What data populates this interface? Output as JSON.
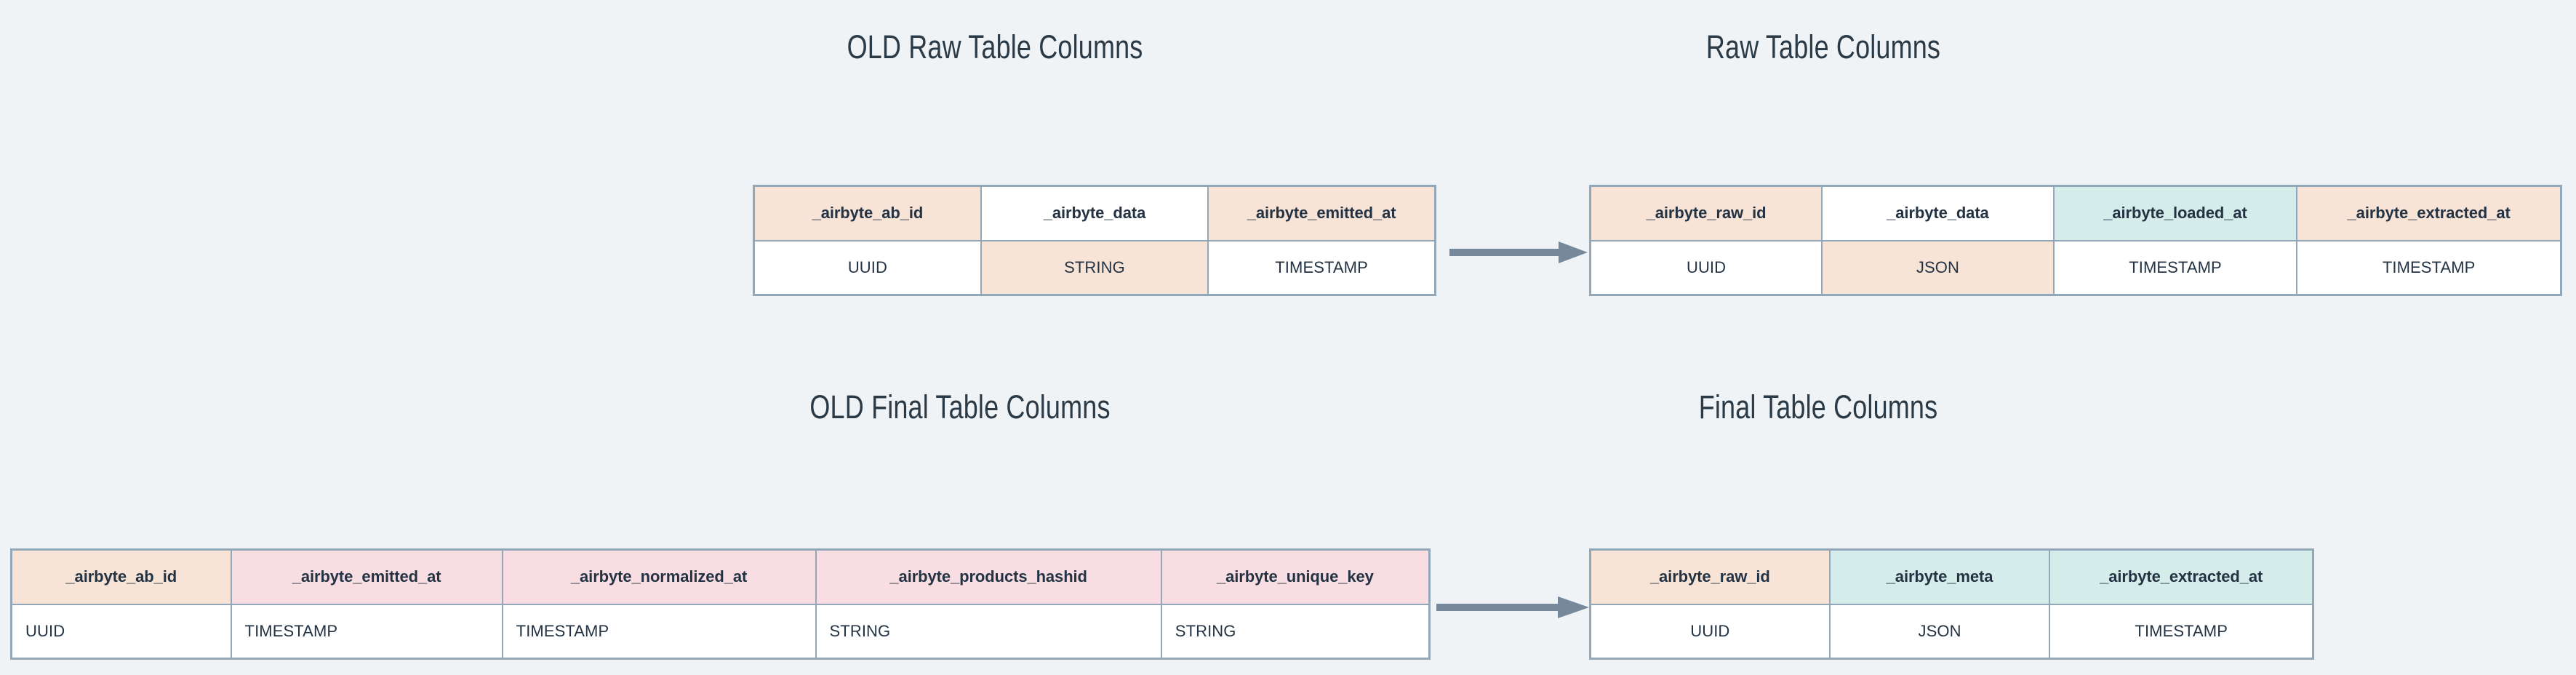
{
  "canvas": {
    "background": "#EFF3F5",
    "border_color": "#92A7B8",
    "arrow_color": "#76889B",
    "text_color": "#233343",
    "title_color": "#2B3A47",
    "tints": {
      "peach": "#F8E4D7",
      "pink": "#F8DEE2",
      "teal": "#D5EDEA",
      "white": "#FFFFFF"
    }
  },
  "titles": {
    "old_raw": "OLD Raw Table Columns",
    "new_raw": "Raw Table Columns",
    "old_final": "OLD Final Table Columns",
    "new_final": "Final Table Columns"
  },
  "arrows": {
    "raw": "arrow-right-icon",
    "final": "arrow-right-icon"
  },
  "tables": {
    "old_raw": {
      "name": "OLD Raw Table Columns",
      "headers": [
        {
          "label": "_airbyte_ab_id",
          "tint": "peach"
        },
        {
          "label": "_airbyte_data",
          "tint": "white"
        },
        {
          "label": "_airbyte_emitted_at",
          "tint": "peach"
        }
      ],
      "row": [
        {
          "label": "UUID",
          "tint": "white"
        },
        {
          "label": "STRING",
          "tint": "peach"
        },
        {
          "label": "TIMESTAMP",
          "tint": "white"
        }
      ]
    },
    "new_raw": {
      "name": "Raw Table Columns",
      "headers": [
        {
          "label": "_airbyte_raw_id",
          "tint": "peach"
        },
        {
          "label": "_airbyte_data",
          "tint": "white"
        },
        {
          "label": "_airbyte_loaded_at",
          "tint": "teal"
        },
        {
          "label": "_airbyte_extracted_at",
          "tint": "peach"
        }
      ],
      "row": [
        {
          "label": "UUID",
          "tint": "white"
        },
        {
          "label": "JSON",
          "tint": "peach"
        },
        {
          "label": "TIMESTAMP",
          "tint": "white"
        },
        {
          "label": "TIMESTAMP",
          "tint": "white"
        }
      ]
    },
    "old_final": {
      "name": "OLD Final Table Columns",
      "headers": [
        {
          "label": "_airbyte_ab_id",
          "tint": "peach"
        },
        {
          "label": "_airbyte_emitted_at",
          "tint": "pink"
        },
        {
          "label": "_airbyte_normalized_at",
          "tint": "pink"
        },
        {
          "label": "_airbyte_products_hashid",
          "tint": "pink"
        },
        {
          "label": "_airbyte_unique_key",
          "tint": "pink"
        }
      ],
      "row": [
        {
          "label": "UUID",
          "tint": "white"
        },
        {
          "label": "TIMESTAMP",
          "tint": "white"
        },
        {
          "label": "TIMESTAMP",
          "tint": "white"
        },
        {
          "label": "STRING",
          "tint": "white"
        },
        {
          "label": "STRING",
          "tint": "white"
        }
      ]
    },
    "new_final": {
      "name": "Final Table Columns",
      "headers": [
        {
          "label": "_airbyte_raw_id",
          "tint": "peach"
        },
        {
          "label": "_airbyte_meta",
          "tint": "teal"
        },
        {
          "label": "_airbyte_extracted_at",
          "tint": "teal"
        }
      ],
      "row": [
        {
          "label": "UUID",
          "tint": "white"
        },
        {
          "label": "JSON",
          "tint": "white"
        },
        {
          "label": "TIMESTAMP",
          "tint": "white"
        }
      ]
    }
  }
}
